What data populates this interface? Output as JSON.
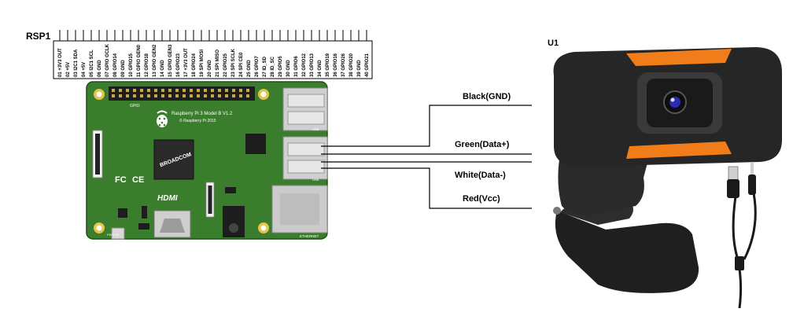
{
  "rpi": {
    "ref": "RSP1",
    "pins": [
      "01 +3V3 OUT",
      "02 +5V",
      "03 I2C1 SDA",
      "04 +5V",
      "05 I2C1 SCL",
      "06 GND",
      "07 GPIO GCLK",
      "08 GPIO14",
      "09 GND",
      "10 GPIO15",
      "11 GPIO GEN0",
      "12 GPIO18",
      "13 GPIO GEN2",
      "14 GND",
      "15 GPIO GEN3",
      "16 GPIO23",
      "17 +3V3 OUT",
      "18 GPIO24",
      "19 SPI MOSI",
      "20 GND",
      "21 SPI MISO",
      "22 GPIO25",
      "23 SPI SCLK",
      "24 SPI CE0",
      "25 GND",
      "26 GPIO7",
      "27 ID_SD",
      "28 ID_SC",
      "29 GPIO5",
      "30 GND",
      "31 GPIO6",
      "32 GPIO12",
      "33 GPIO13",
      "34 GND",
      "35 GPIO19",
      "36 GPIO16",
      "37 GPIO26",
      "38 GPIO20",
      "39 GND",
      "40 GPIO21"
    ],
    "board": {
      "model_line1": "Raspberry Pi 3 Model B V1.2",
      "model_line2": "© Raspberry Pi 2015",
      "gpio": "GPIO",
      "chip": "BROADCOM",
      "hdmi": "HDMI",
      "usb": "USB",
      "ethernet": "ETHERNET",
      "power": "PWR IN",
      "ce": "CE",
      "fcc": "FC"
    }
  },
  "webcam": {
    "ref": "U1"
  },
  "wires": [
    {
      "label": "Black(GND)",
      "color": "#000000"
    },
    {
      "label": "Green(Data+)",
      "color": "#000000"
    },
    {
      "label": "White(Data-)",
      "color": "#000000"
    },
    {
      "label": "Red(Vcc)",
      "color": "#000000"
    }
  ],
  "colors": {
    "pcb": "#3a7d2c",
    "pcb_dark": "#2c6322",
    "metal": "#c9c9c9",
    "gold": "#c8a64a",
    "camera_body": "#262626",
    "camera_accent": "#f07c1a"
  }
}
